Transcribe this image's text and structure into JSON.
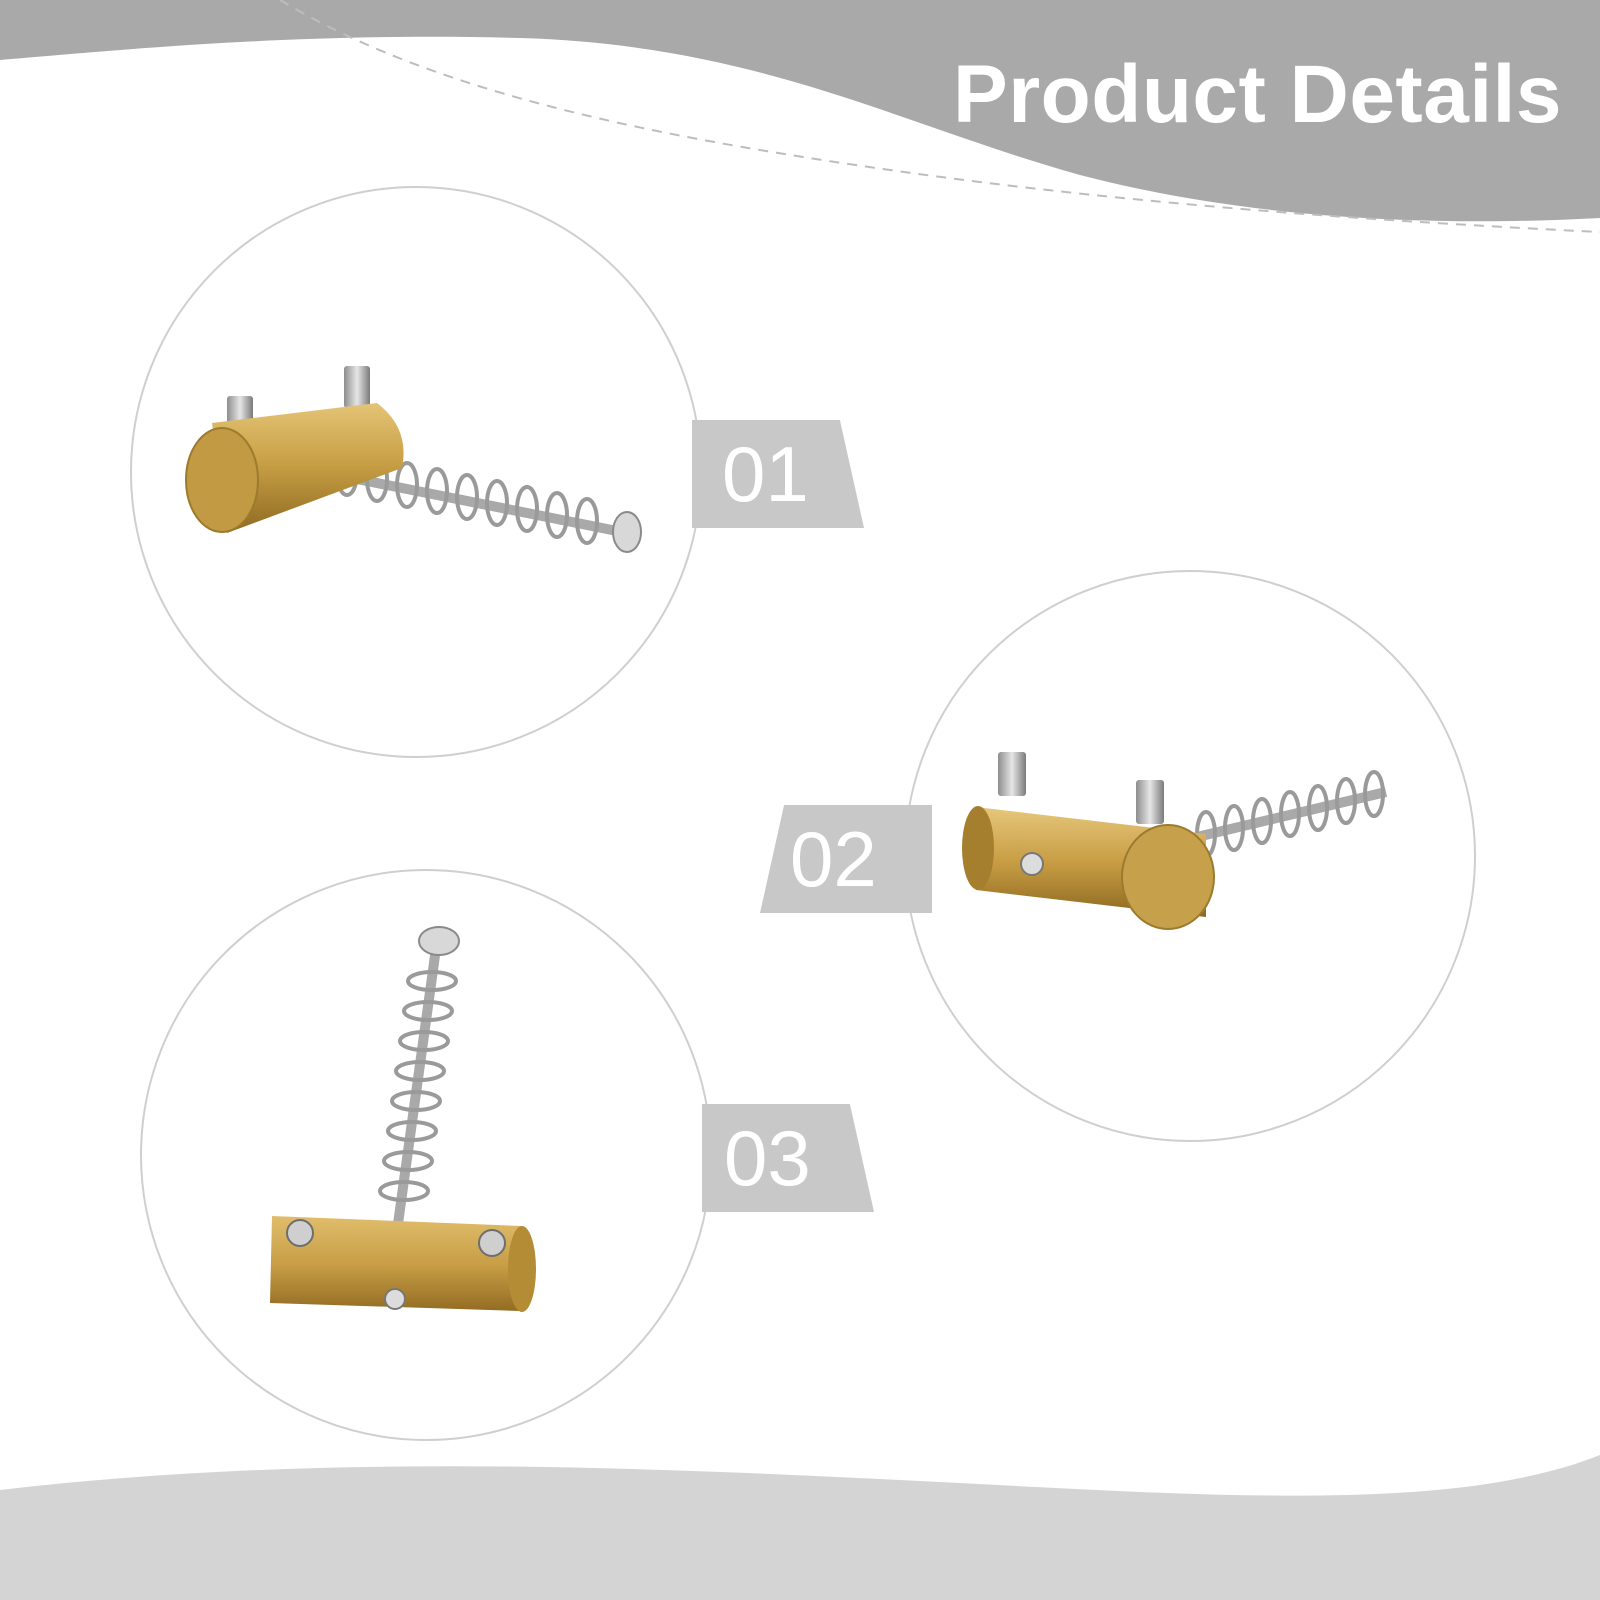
{
  "header": {
    "title": "Product Details"
  },
  "details": [
    {
      "label": "01"
    },
    {
      "label": "02"
    },
    {
      "label": "03"
    }
  ],
  "colors": {
    "banner_gray": "#a9a9a9",
    "footer_gray": "#d4d4d4",
    "tag_gray": "#c8c8c8",
    "circle_border": "#cfcfcf",
    "brass": "#c9a046",
    "steel": "#c7c7c7"
  }
}
